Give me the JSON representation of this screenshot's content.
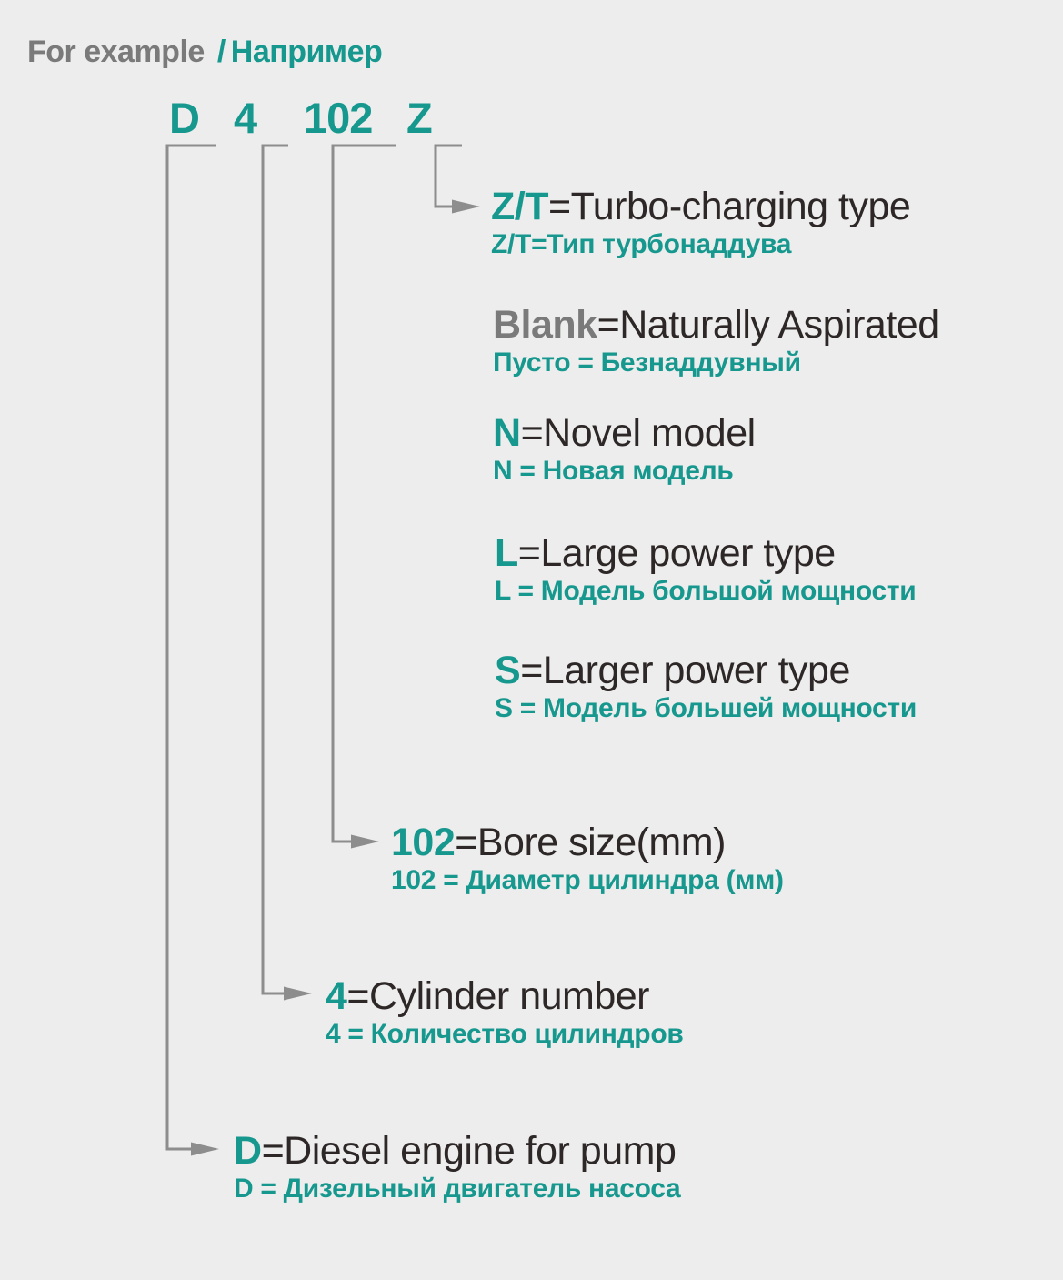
{
  "colors": {
    "teal": "#17988f",
    "gray_label": "#7a7a7a",
    "dark_text": "#2e2727",
    "connector_line": "#8d8d8d",
    "background": "#ecedec"
  },
  "header": {
    "title_en": "For example",
    "separator": "/",
    "title_ru": "Например"
  },
  "code": {
    "segments": [
      {
        "id": "diesel",
        "text": "D"
      },
      {
        "id": "cylinder",
        "text": "4"
      },
      {
        "id": "bore",
        "text": "102"
      },
      {
        "id": "turbo",
        "text": "Z"
      }
    ]
  },
  "definitions": [
    {
      "id": "turbo",
      "prefix": "Z/T",
      "en_rest": "=Turbo-charging type",
      "ru": "Z/T=Тип турбонаддува"
    },
    {
      "id": "blank",
      "prefix": "Blank",
      "en_rest": "=Naturally Aspirated",
      "ru": "Пусто = Безнаддувный"
    },
    {
      "id": "novel",
      "prefix": "N",
      "en_rest": "=Novel model",
      "ru": "N = Новая модель"
    },
    {
      "id": "large",
      "prefix": "L",
      "en_rest": "=Large power type",
      "ru": "L = Модель большой мощности"
    },
    {
      "id": "larger",
      "prefix": "S",
      "en_rest": "=Larger power type",
      "ru": "S = Модель большей мощности"
    },
    {
      "id": "bore",
      "prefix": "102",
      "en_rest": "=Bore size(mm)",
      "ru": "102 = Диаметр цилиндра (мм)"
    },
    {
      "id": "cylinder",
      "prefix": "4",
      "en_rest": "=Cylinder number",
      "ru": "4 = Количество цилиндров"
    },
    {
      "id": "pump",
      "prefix": "D",
      "en_rest": "=Diesel engine for pump",
      "ru": "D = Дизельный двигатель насоса"
    }
  ]
}
